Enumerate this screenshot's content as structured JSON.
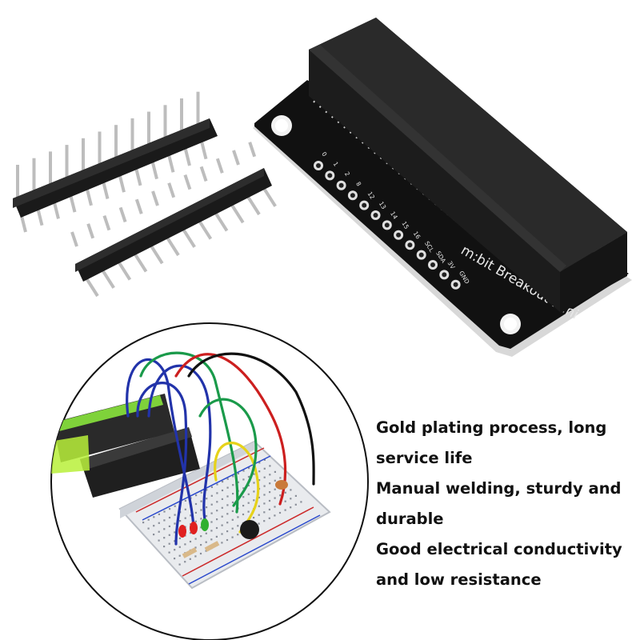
{
  "product": {
    "board_label": "m:bit Breakout Mini",
    "pin_labels": [
      "0",
      "1",
      "2",
      "8",
      "12",
      "13",
      "14",
      "15",
      "16",
      "SCL",
      "SDA",
      "3V",
      "GND"
    ],
    "colors": {
      "pcb": "#111111",
      "header_plastic": "#1a1a1a",
      "pins": "#c8c8c8",
      "pcb_text": "#e8e8e8"
    }
  },
  "features": {
    "lines": [
      "Gold plating process, long",
      "service life",
      "Manual welding, sturdy and",
      "durable",
      "Good electrical conductivity",
      "and low resistance"
    ]
  },
  "inset": {
    "wire_colors": [
      "#2233aa",
      "#1a9a4a",
      "#cc1f1f",
      "#111111",
      "#e6d21a"
    ],
    "led_colors": [
      "#e02020",
      "#e02020",
      "#30b030"
    ]
  }
}
